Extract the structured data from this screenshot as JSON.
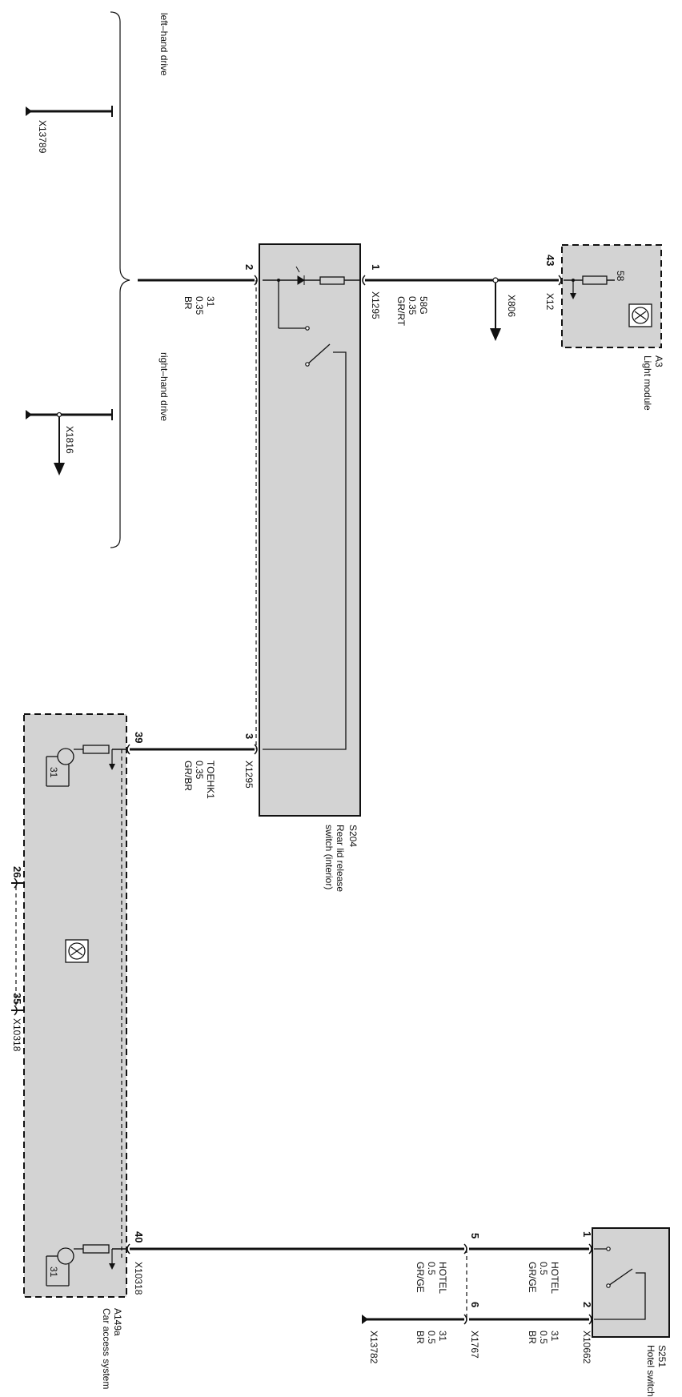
{
  "colors": {
    "line": "#111111",
    "component_fill": "#d3d3d3",
    "background": "#ffffff"
  },
  "drive_options": {
    "left": "left–hand drive",
    "right": "right–hand drive"
  },
  "components": {
    "a3": {
      "id": "A3",
      "name": "Light module",
      "pin_43": "43",
      "pin_58": "58",
      "connector": "X12",
      "icon": "module-symbol-icon"
    },
    "s204": {
      "id": "S204",
      "name": "Rear lid release\nswitch (interior)",
      "pin_1": "1",
      "pin_2": "2",
      "pin_3": "3",
      "connector_1": "X1295",
      "connector_3": "X1295"
    },
    "a149a": {
      "id": "A149a",
      "name": "Car access system",
      "pin_39": "39",
      "pin_40": "40",
      "pin_26": "26",
      "pin_35": "35",
      "connector_40": "X10318",
      "connector_35": "X10318",
      "ground_1": "31",
      "ground_2": "31",
      "icon": "module-symbol-icon"
    },
    "s251": {
      "id": "S251",
      "name": "Hotel switch",
      "pin_1": "1",
      "pin_2": "2",
      "connector": "X10662"
    }
  },
  "wires": {
    "w58g": "58G\n0.35\nGR/RT",
    "w31_s204": "31\n0.35\nBR",
    "toehk1": "TOEHK1\n0.35\nGR/BR",
    "hotel_top": "HOTEL\n0.5\nGR/GE",
    "hotel_bottom": "HOTEL\n0.5\nGR/GE",
    "w31_s251": "31\n0.5\nBR",
    "w31_x1767": "31\n0.5\nBR"
  },
  "connectors": {
    "x806": "X806",
    "x13789": "X13789",
    "x1816": "X1816",
    "x1767": "X1767",
    "x1767_pin5": "5",
    "x1767_pin6": "6",
    "x13782": "X13782"
  }
}
